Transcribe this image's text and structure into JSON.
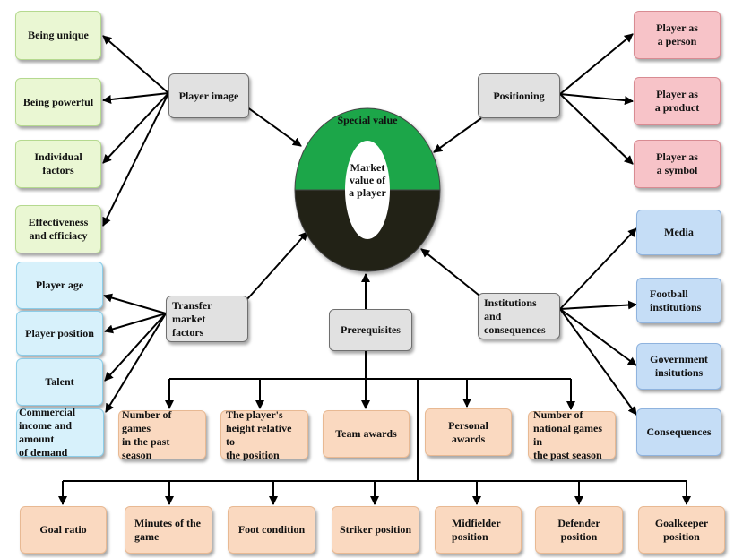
{
  "center": {
    "top_label": "Special value",
    "inner_label": "Market\nvalue of\na player",
    "colors": {
      "top": "#1aa64a",
      "bottom": "#222019"
    }
  },
  "hubs": {
    "player_image": "Player image",
    "positioning": "Positioning",
    "transfer_market": "Transfer market\nfactors",
    "prerequisites": "Prerequisites",
    "institutions": "Institutions and\nconsequences"
  },
  "player_image_items": [
    "Being unique",
    "Being powerful",
    "Individual factors",
    "Effectiveness\nand efficiacy"
  ],
  "positioning_items": [
    "Player as\na person",
    "Player as\na product",
    "Player as\na symbol"
  ],
  "transfer_items": [
    "Player age",
    "Player position",
    "Talent",
    "Commercial\nincome and amount\nof demand"
  ],
  "institution_items": [
    "Media",
    "Football\ninstitutions",
    "Government\ninsitutions",
    "Consequences"
  ],
  "prerequisite_items": [
    "Number of games\nin the past season",
    "The player's\nheight relative to\nthe position",
    "Team awards",
    "Personal awards",
    "Number of\nnational games in\nthe past season"
  ],
  "position_items": [
    "Goal ratio",
    "Minutes of the\ngame",
    "Foot condition",
    "Striker position",
    "Midfielder\nposition",
    "Defender position",
    "Goalkeeper\nposition"
  ]
}
